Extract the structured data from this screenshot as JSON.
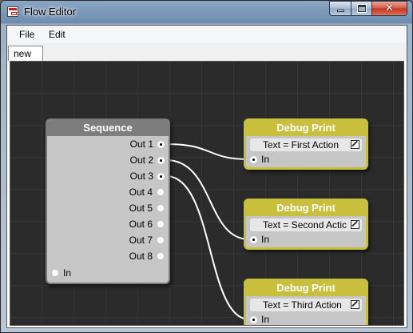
{
  "window": {
    "title": "Flow Editor"
  },
  "menu": {
    "items": [
      "File",
      "Edit"
    ]
  },
  "tabs": [
    {
      "label": "new"
    }
  ],
  "sequence_node": {
    "title": "Sequence",
    "outputs": [
      "Out 1",
      "Out 2",
      "Out 3",
      "Out 4",
      "Out 5",
      "Out 6",
      "Out 7",
      "Out 8"
    ],
    "connected_outputs": [
      1,
      2,
      3
    ],
    "input_label": "In"
  },
  "debug_nodes": [
    {
      "title": "Debug Print",
      "field": "Text = First Action",
      "input_label": "In"
    },
    {
      "title": "Debug Print",
      "field": "Text = Second Actic",
      "input_label": "In"
    },
    {
      "title": "Debug Print",
      "field": "Text = Third Action",
      "input_label": "In"
    }
  ],
  "colors": {
    "canvas": "#2b2b2b",
    "debug_header": "#c8bf3c",
    "sequence_header": "#7d7d7d",
    "node_body": "#c6c6c6",
    "wire": "#ffffff"
  },
  "icons": {
    "app": "flow-editor-icon",
    "edit": "edit-pencil-icon"
  }
}
